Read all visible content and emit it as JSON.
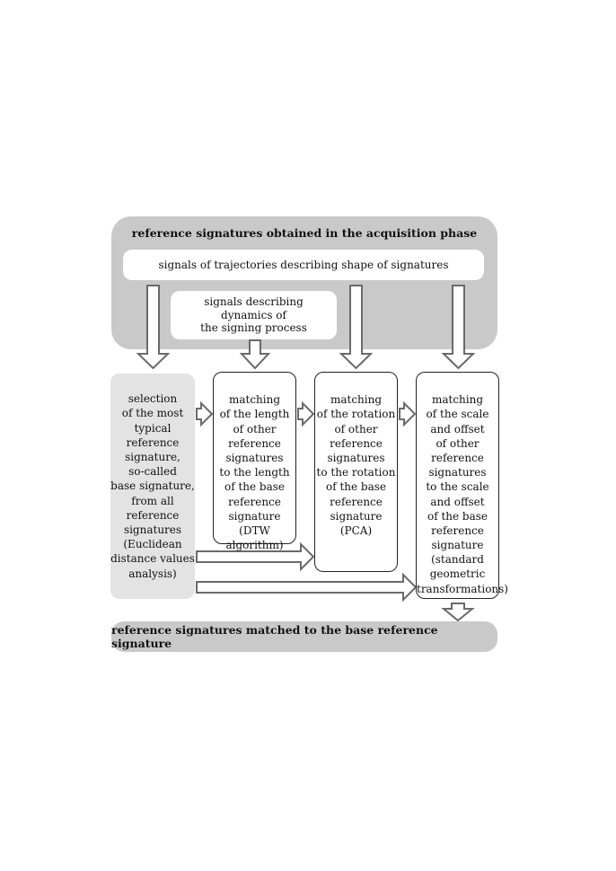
{
  "header": {
    "title": "reference signatures obtained in the acquisition phase",
    "trajectories": "signals of trajectories describing shape of signatures",
    "dynamics": "signals describing\ndynamics of\nthe signing process"
  },
  "steps": {
    "selection": "selection\nof the most\ntypical\nreference\nsignature,\nso-called\nbase signature,\nfrom all\nreference\nsignatures\n(Euclidean\ndistance values\nanalysis)",
    "length": "matching\nof the length\nof other\nreference\nsignatures\nto the length\nof the base\nreference\nsignature\n(DTW\nalgorithm)",
    "rotation": "matching\nof the rotation\nof other\nreference\nsignatures\nto the rotation\nof the base\nreference\nsignature\n(PCA)",
    "scale": "matching\nof the scale\nand offset\nof other\nreference\nsignatures\nto the scale\nand offset\nof the base\nreference\nsignature\n(standard\ngeometric\ntransformations)"
  },
  "footer": {
    "title": "reference signatures matched to the base reference signature"
  }
}
